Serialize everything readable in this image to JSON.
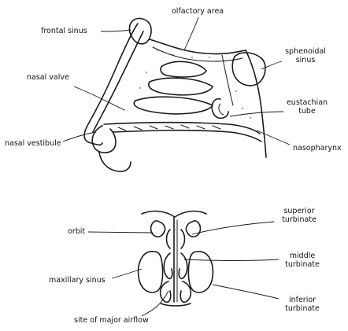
{
  "sagittal": {
    "labels": {
      "olfactory_area": "olfactory area",
      "frontal_sinus": "frontal sinus",
      "sphenoidal_sinus_1": "sphenoidal",
      "sphenoidal_sinus_2": "sinus",
      "nasal_valve": "nasal valve",
      "eustachian_tube_1": "eustachian",
      "eustachian_tube_2": "tube",
      "nasal_vestibule": "nasal vestibule",
      "nasopharynx": "nasopharynx"
    }
  },
  "coronal": {
    "labels": {
      "orbit": "orbit",
      "superior_turbinate_1": "superior",
      "superior_turbinate_2": "turbinate",
      "middle_turbinate_1": "middle",
      "middle_turbinate_2": "turbinate",
      "maxillary_sinus": "maxillary sinus",
      "inferior_turbinate_1": "inferior",
      "inferior_turbinate_2": "turbinate",
      "major_airflow": "site of major airflow"
    }
  }
}
